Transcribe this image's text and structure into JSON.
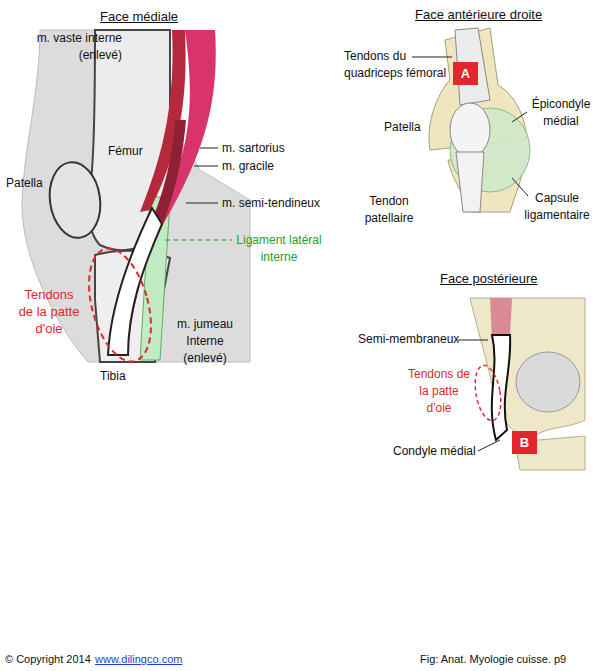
{
  "diagram": {
    "nodes": [
      {
        "text": [
          "A"
        ]
      },
      {
        "text": [
          "B"
        ]
      }
    ],
    "labels": [
      "Face médiale",
      "Face antérieure droite",
      "Face postérieure",
      "m. vaste interne (enlevé)",
      "Patella",
      "Fémur",
      "m. sartorius",
      "m. gracile",
      "m. semi-tendineux",
      "Ligament latéral interne",
      "Tendons de la patte d'oie",
      "m. jumeau Interne (enlevé)",
      "Tibia",
      "Tendons du quadriceps fémoral",
      "Patella",
      "Épicondyle médial",
      "Capsule ligamentaire",
      "Tendon patellaire",
      "Semi-membraneux",
      "Tendons de la patte d'oie",
      "Condyle médial",
      "© Copyright 2014",
      "www.dilingco.com",
      "Fig: Anat. Myologie cuisse. p9"
    ]
  }
}
